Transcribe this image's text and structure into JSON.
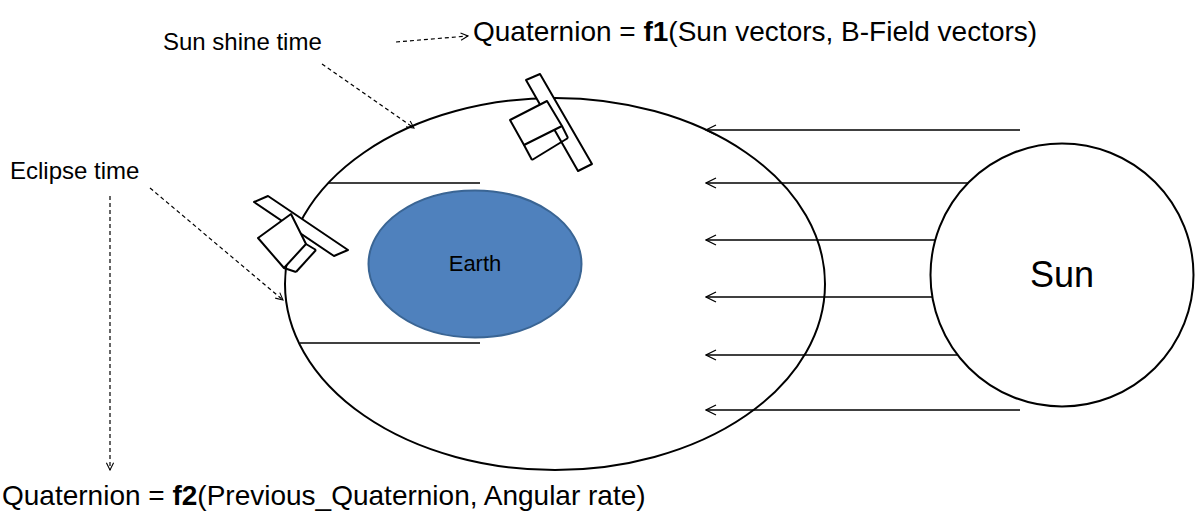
{
  "diagram": {
    "nodes": [
      {
        "text": [
          "Earth"
        ]
      },
      {
        "text": [
          "Sun"
        ]
      }
    ],
    "labels": [
      "Sun shine time",
      "Quaternion = f1(Sun vectors, B-Field vectors)",
      "Eclipse time",
      "Quaternion = f2(Previous_Quaternion, Angular rate)"
    ]
  }
}
